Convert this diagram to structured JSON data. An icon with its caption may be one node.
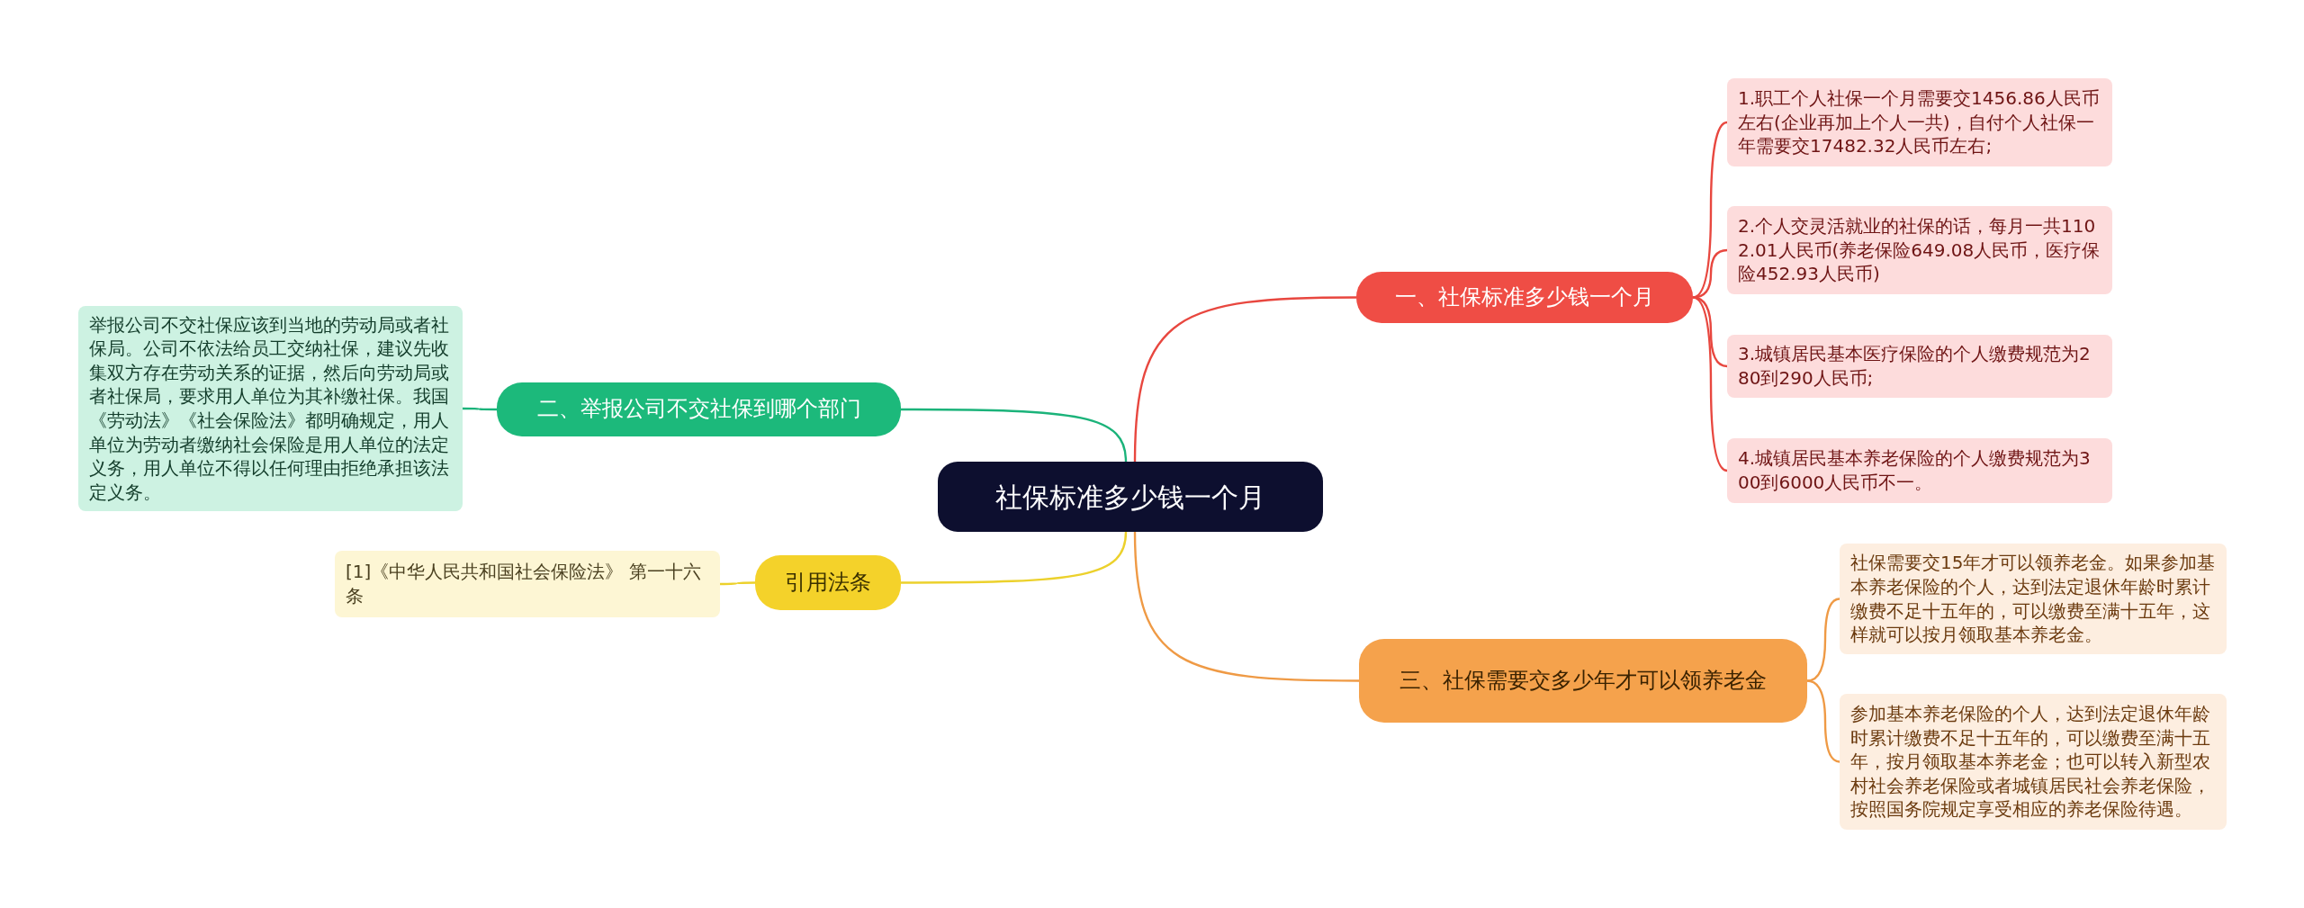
{
  "diagram": {
    "nodes": [
      {
        "text": [
          "社保标准多少钱一个月"
        ]
      },
      {
        "text": [
          "一、社保标准多少钱一个月"
        ]
      },
      {
        "text": [
          "1.职工个人社保一个月需要交1456.86人民币左右(企业再加上个人一共)，自付个人社保一年需要交17482.32人民币左右;"
        ]
      },
      {
        "text": [
          "2.个人交灵活就业的社保的话，每月一共1102.01人民币(养老保险649.08人民币，医疗保险452.93人民币)"
        ]
      },
      {
        "text": [
          "3.城镇居民基本医疗保险的个人缴费规范为280到290人民币;"
        ]
      },
      {
        "text": [
          "4.城镇居民基本养老保险的个人缴费规范为300到6000人民币不一。"
        ]
      },
      {
        "text": [
          "三、社保需要交多少年才可以领养老金"
        ]
      },
      {
        "text": [
          "社保需要交15年才可以领养老金。如果参加基本养老保险的个人，达到法定退休年龄时累计缴费不足十五年的，可以缴费至满十五年，这样就可以按月领取基本养老金。"
        ]
      },
      {
        "text": [
          "参加基本养老保险的个人，达到法定退休年龄时累计缴费不足十五年的，可以缴费至满十五年，按月领取基本养老金；也可以转入新型农村社会养老保险或者城镇居民社会养老保险，按照国务院规定享受相应的养老保险待遇。"
        ]
      },
      {
        "text": [
          "二、举报公司不交社保到哪个部门"
        ]
      },
      {
        "text": [
          "举报公司不交社保应该到当地的劳动局或者社保局。公司不依法给员工交纳社保，建议先收集双方存在劳动关系的证据，然后向劳动局或者社保局，要求用人单位为其补缴社保。我国《劳动法》《社会保险法》都明确规定，用人单位为劳动者缴纳社会保险是用人单位的法定义务，用人单位不得以任何理由拒绝承担该法定义务。"
        ]
      },
      {
        "text": [
          "引用法条"
        ]
      },
      {
        "text": [
          "[1]《中华人民共和国社会保险法》 第一十六条"
        ]
      }
    ],
    "edges": [
      {
        "from": 0,
        "to": 1,
        "arrow": "none",
        "color": "#e8473f"
      },
      {
        "from": 1,
        "to": 2,
        "arrow": "none",
        "color": "#e8473f"
      },
      {
        "from": 1,
        "to": 3,
        "arrow": "none",
        "color": "#e8473f"
      },
      {
        "from": 1,
        "to": 4,
        "arrow": "none",
        "color": "#e8473f"
      },
      {
        "from": 1,
        "to": 5,
        "arrow": "none",
        "color": "#e8473f"
      },
      {
        "from": 0,
        "to": 6,
        "arrow": "none",
        "color": "#ef9a45"
      },
      {
        "from": 6,
        "to": 7,
        "arrow": "none",
        "color": "#ef9a45"
      },
      {
        "from": 6,
        "to": 8,
        "arrow": "none",
        "color": "#ef9a45"
      },
      {
        "from": 0,
        "to": 9,
        "arrow": "none",
        "color": "#1bb37a"
      },
      {
        "from": 9,
        "to": 10,
        "arrow": "none",
        "color": "#1bb37a"
      },
      {
        "from": 0,
        "to": 11,
        "arrow": "none",
        "color": "#ecd12c"
      },
      {
        "from": 11,
        "to": 12,
        "arrow": "none",
        "color": "#ecd12c"
      }
    ]
  }
}
